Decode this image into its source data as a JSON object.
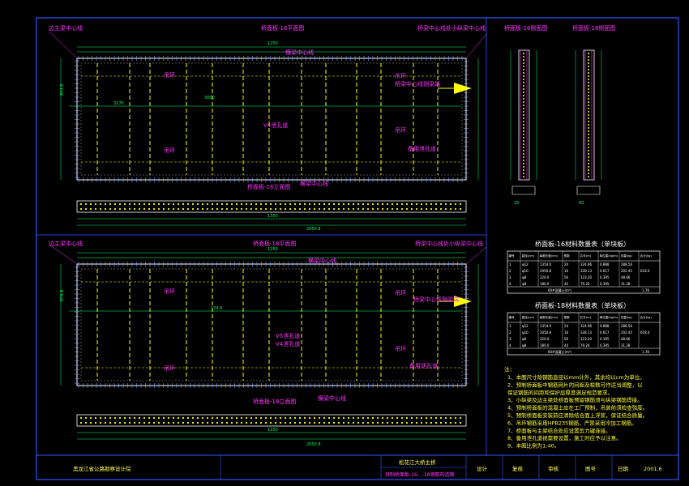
{
  "plan_top": {
    "title": "桥面板-16平面图",
    "left_label": "边主梁中心线",
    "right_label": "桥梁中心线处小纵梁中心线",
    "mid_label": "横梁中心线",
    "hoist_ring_1": "吊环",
    "hoist_ring_2": "吊环",
    "hoist_ring_3": "吊环",
    "hoist_ring_4": "吊环",
    "bridge_dir_label": "桥梁中心线侧梁端",
    "v4_hole": "V4泄孔道",
    "spare_hole": "备用泄孔道",
    "dim_top": "1250",
    "dim_mid": "3170",
    "dim_right": "3000",
    "dim_side": "874.8"
  },
  "elev_top": {
    "title": "桥面板-16立面图",
    "label": "横梁中心线",
    "dim_total": "1350",
    "dim_sub": "2050.8"
  },
  "side_views": {
    "title_1": "桥面板-16侧面图",
    "title_2": "桥面板-18侧面图",
    "dim_a": "25",
    "dim_b": "60"
  },
  "plan_bottom": {
    "title": "桥面板-18平面图",
    "left_label": "边主梁中心线",
    "right_label": "桥梁中心线处小纵梁中心线",
    "mid_label": "横梁中心线",
    "hoist_ring_1": "吊环",
    "hoist_ring_2": "吊环",
    "hoist_ring_3": "吊环",
    "hoist_ring_4": "吊环",
    "bridge_dir_label": "桥梁中心线侧梁端",
    "v5_hole": "V5泄孔道",
    "v4_hole": "V4泄孔道",
    "spare_hole": "备用泄孔道",
    "dim_top": "1250",
    "dim_mid": "174.8",
    "dim_side": "874.8"
  },
  "elev_bottom": {
    "title": "桥面板-18立面图",
    "label": "横梁中心线",
    "dim_total": "1350",
    "dim_sub": "2050.8"
  },
  "table_16": {
    "title": "桥面板-16材料数量表（单块板）",
    "headers": [
      "编号",
      "直径(cm)",
      "每根长度(cm)",
      "根数",
      "共长(m)",
      "单位重(kg/m)",
      "总重(kg)",
      "合计(kg)"
    ],
    "rows": [
      [
        "1",
        "φ12",
        "1354.0",
        "24",
        "324.96",
        "0.888",
        "288.56",
        ""
      ],
      [
        "2",
        "φ10",
        "2050.8",
        "16",
        "328.13",
        "0.617",
        "202.45",
        "618.4"
      ],
      [
        "3",
        "φ8",
        "220.0",
        "56",
        "123.20",
        "0.395",
        "48.66",
        ""
      ],
      [
        "4",
        "φ8",
        "180.0",
        "44",
        "79.20",
        "0.395",
        "31.28",
        ""
      ]
    ],
    "footer": "60#混凝土(m³)",
    "footer_val": "1.78"
  },
  "table_18": {
    "title": "桥面板-18材料数量表（单块板）",
    "headers": [
      "编号",
      "直径(cm)",
      "每根长度(cm)",
      "根数",
      "共长(m)",
      "单位重(kg/m)",
      "总重(kg)",
      "合计(kg)"
    ],
    "rows": [
      [
        "1",
        "φ12",
        "1354.0",
        "24",
        "324.96",
        "0.888",
        "288.56",
        ""
      ],
      [
        "2",
        "φ10",
        "2050.8",
        "16",
        "328.13",
        "0.617",
        "202.45",
        "618.4"
      ],
      [
        "3",
        "φ8",
        "220.0",
        "56",
        "123.20",
        "0.395",
        "48.66",
        ""
      ],
      [
        "4",
        "φ8",
        "180.0",
        "44",
        "79.20",
        "0.395",
        "31.28",
        ""
      ]
    ],
    "footer": "60#混凝土(m³)",
    "footer_val": "1.78"
  },
  "notes": {
    "heading": "注：",
    "lines": [
      "1、本图尺寸除钢筋直径以mm计外，其余均以cm为单位。",
      "2、预制桥面板中钢筋网片的间距及根数可作适当调整，以",
      "   保证钢筋的间距和保护层厚度满足规范要求。",
      "3、小纵梁及边主梁处桥面板预留钢筋须与纵梁钢筋焊接。",
      "4、预制桥面板的混凝土应在工厂预制，吊装前须检查强度。",
      "5、预制桥面板安装前应清除结合面上浮浆，保证结合质量。",
      "6、吊环钢筋采用HPB235钢筋，严禁采用冷加工钢筋。",
      "7、桥面板与主梁结合处应设置剪力键连接。",
      "8、备用泄孔道视需要设置，施工时应予以注意。",
      "9、本图比例为1:40。"
    ]
  },
  "titleblock": {
    "company": "黑龙江省公路勘察设计院",
    "project": "松花江大桥主桥",
    "drawing": "预制桥面板-16、-18钢筋构造图",
    "design_label": "设计",
    "check_label": "复核",
    "review_label": "审核",
    "drawing_no_label": "图号",
    "date_label": "日期",
    "date_value": "2001.6"
  }
}
